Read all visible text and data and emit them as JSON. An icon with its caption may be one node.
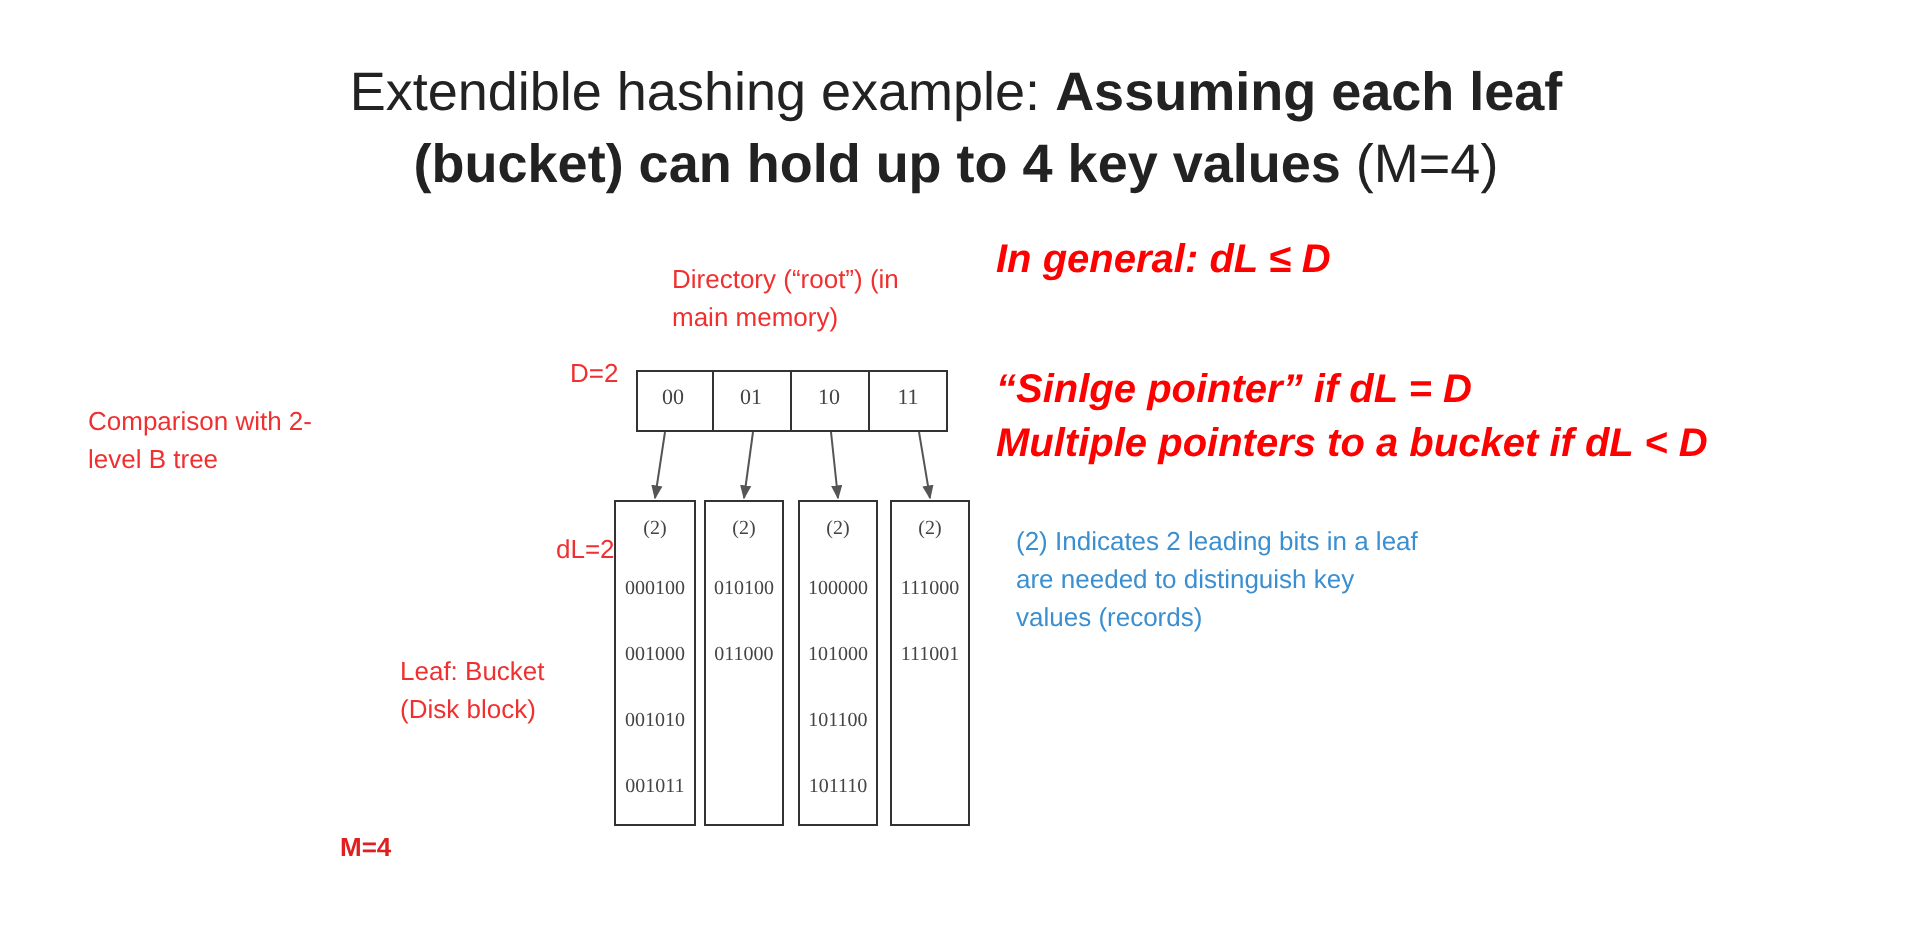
{
  "diagram": {
    "title": "Extendible hashing example: **Assuming each leaf (bucket) can hold up to 4 key values** (M=4)",
    "nodes": [
      {
        "text": [],
        "shape": "box"
      },
      {
        "text": [
          "00"
        ],
        "in": 0
      },
      {
        "text": [
          "01"
        ],
        "in": 0
      },
      {
        "text": [
          "10"
        ],
        "in": 0
      },
      {
        "text": [
          "11"
        ],
        "in": 0
      },
      {
        "text": [
          "(2)",
          "000100",
          "001000",
          "001010",
          "001011"
        ]
      },
      {
        "text": [
          "(2)",
          "010100",
          "011000"
        ]
      },
      {
        "text": [
          "(2)",
          "100000",
          "101000",
          "101100",
          "101110"
        ]
      },
      {
        "text": [
          "(2)",
          "111000",
          "111001"
        ]
      }
    ],
    "edges": [
      {
        "from": 1,
        "to": 5,
        "arrow": "to"
      },
      {
        "from": 2,
        "to": 6,
        "arrow": "to"
      },
      {
        "from": 3,
        "to": 7,
        "arrow": "to"
      },
      {
        "from": 4,
        "to": 8,
        "arrow": "to"
      }
    ],
    "labels": [
      "Directory (“root”) (in main memory)",
      "In general: dL ≤ D",
      "D=2",
      "“Sinlge pointer” if dL = D",
      "Multiple pointers to a bucket if dL < D",
      "Comparison with 2-level B tree",
      "dL=2",
      "(2) Indicates 2 leading bits in a leaf are needed to distinguish key values (records)",
      "Leaf: Bucket (Disk block)",
      "M=4"
    ]
  }
}
